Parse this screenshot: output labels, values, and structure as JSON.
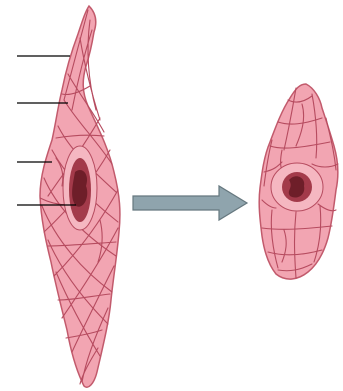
{
  "diagram": {
    "colors": {
      "background": "#ffffff",
      "cell_fill": "#f2a5b2",
      "cell_fill_light": "#f7c3cc",
      "cell_outline": "#c25a6c",
      "network_line": "#b64b5f",
      "nucleus_fill": "#a33a4a",
      "nucleus_center": "#6e1e29",
      "nucleus_halo": "#f5b7c1",
      "arrow_fill": "#8fa4ad",
      "arrow_outline": "#66787f",
      "leader_line": "#000000"
    },
    "left_cell": {
      "label": "",
      "leader_lines": [
        {
          "name": "pointer-1",
          "text": ""
        },
        {
          "name": "pointer-2",
          "text": ""
        },
        {
          "name": "pointer-3",
          "text": ""
        },
        {
          "name": "pointer-4",
          "text": ""
        }
      ]
    },
    "arrow": {
      "direction": "right"
    },
    "right_cell": {
      "label": ""
    }
  }
}
